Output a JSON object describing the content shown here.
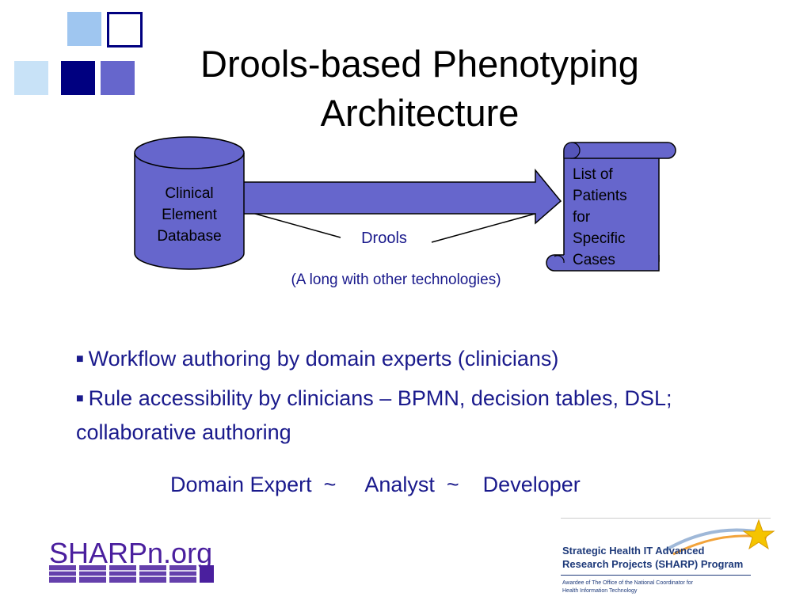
{
  "title": {
    "line1": "Drools-based Phenotyping",
    "line2": "Architecture"
  },
  "colors": {
    "diagram_fill": "#6666cc",
    "text_blue": "#1a1a8c",
    "square_light": "#9fc6f0",
    "square_pale": "#c8e2f7",
    "square_navy": "#000080",
    "square_mid": "#6666cc",
    "sharpn_purple": "#4a1f9e"
  },
  "diagram": {
    "database_label": [
      "Clinical",
      "Element",
      "Database"
    ],
    "output_label": [
      "List of",
      "Patients",
      "for",
      "Specific",
      "Cases"
    ],
    "connector_label": "Drools",
    "connector_sublabel": "(A long with other technologies)"
  },
  "bullets": [
    "Workflow authoring by domain experts (clinicians)",
    "Rule accessibility by clinicians – BPMN, decision tables, DSL; collaborative authoring"
  ],
  "roles_line": "Domain Expert  ~     Analyst  ~    Developer",
  "footer": {
    "left_logo": "SHARPn.org",
    "right_logo_line1": "Strategic Health IT Advanced",
    "right_logo_line2": "Research Projects (SHARP) Program",
    "right_logo_small1": "Awardee of The Office of the National Coordinator for",
    "right_logo_small2": "Health Information Technology"
  }
}
